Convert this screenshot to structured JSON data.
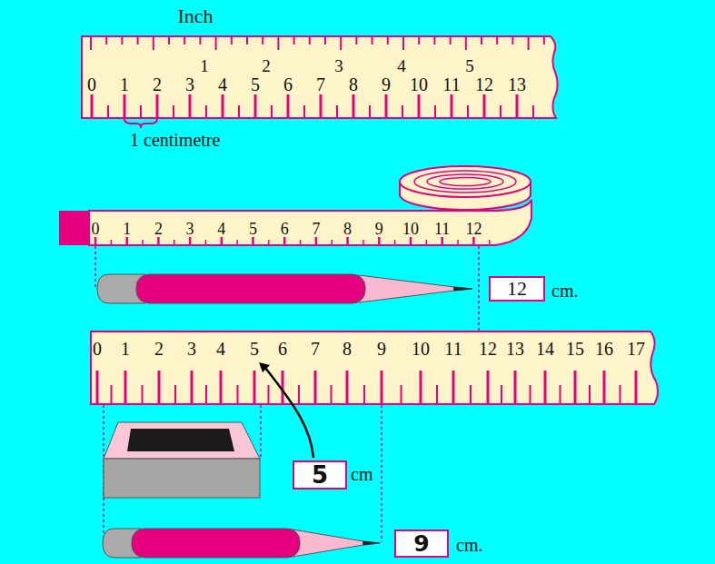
{
  "diagram": {
    "nodes": [
      {
        "text": [
          "12"
        ]
      },
      {
        "text": [
          "5"
        ]
      },
      {
        "text": [
          "9"
        ]
      }
    ],
    "labels": [
      "Inch",
      "1",
      "2",
      "3",
      "4",
      "5",
      "0",
      "1",
      "2",
      "3",
      "4",
      "5",
      "6",
      "7",
      "8",
      "9",
      "10",
      "11",
      "12",
      "13",
      "1 centimetre",
      "0",
      "1",
      "2",
      "3",
      "4",
      "5",
      "6",
      "7",
      "8",
      "9",
      "10",
      "11",
      "12",
      "cm.",
      "0",
      "1",
      "2",
      "3",
      "4",
      "5",
      "6",
      "7",
      "8",
      "9",
      "10",
      "11",
      "12",
      "13",
      "14",
      "15",
      "16",
      "17",
      "cm",
      "cm."
    ]
  }
}
